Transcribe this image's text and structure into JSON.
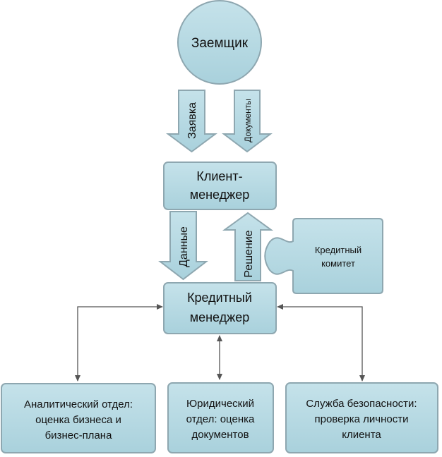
{
  "colors": {
    "fill": "#B7D9E3",
    "stroke": "#8EA7B0",
    "text": "#111111",
    "connector": "#555555"
  },
  "nodes": {
    "borrower": {
      "label": "Заемщик"
    },
    "client_manager": {
      "lines": [
        "Клиент-",
        "менеджер"
      ]
    },
    "credit_manager": {
      "lines": [
        "Кредитный",
        "менеджер"
      ]
    },
    "credit_committee": {
      "lines": [
        "Кредитный",
        "комитет"
      ]
    },
    "analytical_dept": {
      "lines": [
        "Аналитический отдел:",
        "оценка бизнеса и",
        "бизнес-плана"
      ]
    },
    "legal_dept": {
      "lines": [
        "Юридический",
        "отдел: оценка",
        "документов"
      ]
    },
    "security_service": {
      "lines": [
        "Служба безопасности:",
        "проверка личности",
        "клиента"
      ]
    }
  },
  "flows": {
    "application": "Заявка",
    "documents": "Документы",
    "data": "Данные",
    "decision": "Решение"
  },
  "icons": {
    "down-arrow": "block-arrow-down",
    "up-arrow": "block-arrow-up",
    "puzzle": "puzzle-piece",
    "connector": "double-headed-arrow"
  }
}
